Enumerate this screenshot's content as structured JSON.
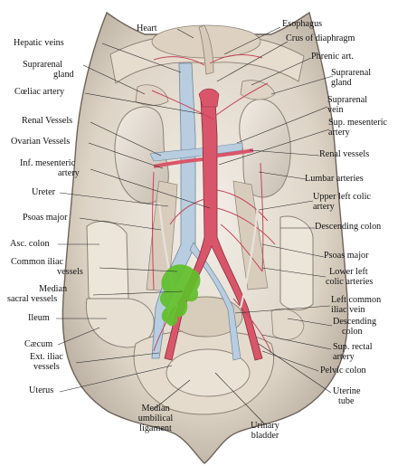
{
  "labels": {
    "heart": "Heart",
    "esophagus": "Esophagus",
    "crus_of_diaphragm": "Crus of diaphragm",
    "hepatic_veins": "Hepatic veins",
    "phrenic_art": "Phrenic art.",
    "suprarenal_gland_left_1": "Suprarenal",
    "suprarenal_gland_left_2": "gland",
    "suprarenal_gland_right_1": "Suprarenal",
    "suprarenal_gland_right_2": "gland",
    "coeliac_artery": "Cœliac artery",
    "suprarenal_vein_1": "Suprarenal",
    "suprarenal_vein_2": "vein",
    "renal_vessels_left": "Renal Vessels",
    "sup_mesenteric_1": "Sup. mesenteric",
    "sup_mesenteric_2": "artery",
    "ovarian_vessels": "Ovarian Vessels",
    "renal_vessels_right": "Renal vessels",
    "inf_mesenteric_1": "Inf. mesenteric",
    "inf_mesenteric_2": "artery",
    "lumbar_arteries": "Lumbar arteries",
    "ureter": "Ureter",
    "upper_left_colic_1": "Upper left colic",
    "upper_left_colic_2": "artery",
    "psoas_major_left": "Psoas major",
    "descending_colon_1": "Descending colon",
    "asc_colon": "Asc. colon",
    "psoas_major_right": "Psoas major",
    "common_iliac_1": "Common iliac",
    "common_iliac_2": "vessels",
    "lower_left_colic_1": "Lower left",
    "lower_left_colic_2": "colic arteries",
    "median_sacral_1": "Median",
    "median_sacral_2": "sacral vessels",
    "left_common_iliac_1": "Left common",
    "left_common_iliac_2": "iliac vein",
    "ileum": "Ileum",
    "descending_colon_2a": "Descending",
    "descending_colon_2b": "colon",
    "caecum": "Cæcum",
    "sup_rectal_1": "Sup. rectal",
    "sup_rectal_2": "artery",
    "ext_iliac_1": "Ext. iliac",
    "ext_iliac_2": "vessels",
    "pelvic_colon": "Pelvic colon",
    "uterus": "Uterus",
    "uterine_tube_1": "Uterine",
    "uterine_tube_2": "tube",
    "median_umbilical_1": "Median",
    "median_umbilical_2": "umbilical",
    "median_umbilical_3": "ligament",
    "urinary_bladder_1": "Urinary",
    "urinary_bladder_2": "bladder"
  },
  "colors": {
    "artery": "#d9566a",
    "vein": "#b9cde0",
    "tissue": "#e9e2d6",
    "shadow": "#8a8178",
    "highlight": "#5fbf2a",
    "line": "#222222"
  }
}
